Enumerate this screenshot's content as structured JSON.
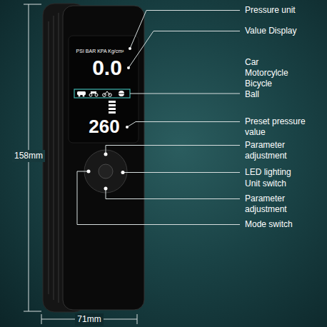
{
  "diagram": {
    "labels": [
      "Pressure unit",
      "Value Display",
      "Car Motorcylcle Bicycle Ball",
      "Preset pressure value",
      "Parameter adjustment",
      "LED lighting",
      "Unit switch",
      "Parameter adjustment",
      "Mode switch",
      "158mm",
      "71mm",
      "PSI BAR KPA Kg/cm²",
      "0.0",
      "260"
    ]
  }
}
